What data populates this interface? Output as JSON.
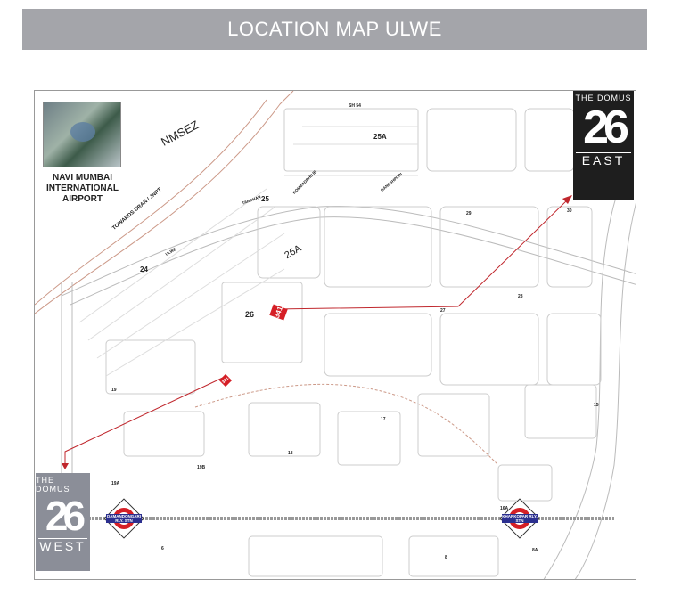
{
  "title": "LOCATION MAP ULWE",
  "airport": {
    "name": "NAVI MUMBAI INTERNATIONAL AIRPORT"
  },
  "labels": {
    "nmsez": "NMSEZ",
    "towards": "TOWARDS URAN / JNPT",
    "sh54": "SH 54",
    "ganeshpuri": "GANESHPURI",
    "kombadbhuje": "KOMBADBHUJE",
    "targhar": "TARGHAR",
    "ulwe": "ULWE"
  },
  "sectors": [
    "25A",
    "25",
    "26A",
    "26",
    "24",
    "29",
    "30",
    "27",
    "28",
    "19",
    "17",
    "18",
    "15",
    "19A",
    "19B",
    "16A",
    "6",
    "8",
    "8A"
  ],
  "markers": {
    "east_site": "341",
    "west_site": "341"
  },
  "stations": {
    "west": "DAMANDONGARI RLY. STN",
    "east": "KHARKOPAR RLY. STN"
  },
  "logo_east": {
    "top": "THE DOMUS",
    "number": "26",
    "bottom": "EAST"
  },
  "logo_west": {
    "top": "THE DOMUS",
    "number": "26",
    "bottom": "WEST"
  },
  "colors": {
    "title_bar": "#a4a5aa",
    "arrow": "#c0272d",
    "station_ring": "#d51f26",
    "station_bar": "#2b2f8f",
    "logo_east": "#1e1e1e",
    "logo_west": "#8b8e98"
  }
}
